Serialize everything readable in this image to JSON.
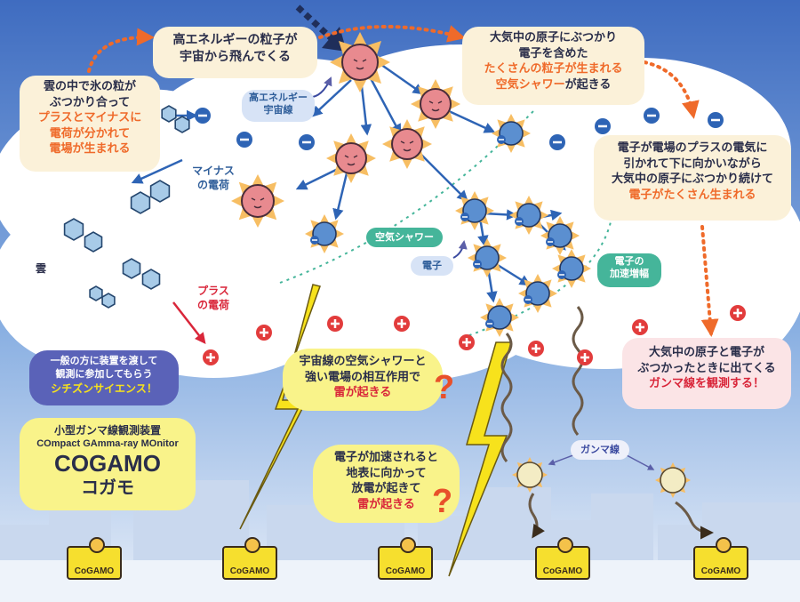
{
  "bubbles": {
    "high_energy_particle": [
      "高エネルギーの粒子が",
      "宇宙から飛んでくる"
    ],
    "air_shower": {
      "line1": "大気中の原子にぶつかり",
      "line2": "電子を含めた",
      "line3": "たくさんの粒子が生まれる",
      "line4_a": "空気シャワー",
      "line4_b": "が起きる"
    },
    "ice_charge": {
      "line1": "雲の中で氷の粒が",
      "line2": "ぶつかり合って",
      "line3": "プラスとマイナスに",
      "line4": "電荷が分かれて",
      "line5": "電場が生まれる"
    },
    "electron_accel": {
      "line1": "電子が電場のプラスの電気に",
      "line2": "引かれて下に向かいながら",
      "line3": "大気中の原子にぶつかり続けて",
      "line4": "電子がたくさん生まれる"
    },
    "gamma_observe": {
      "line1": "大気中の原子と電子が",
      "line2": "ぶつかったときに出てくる",
      "line3": "ガンマ線を観測する！"
    },
    "citizen_science": {
      "line1": "一般の方に装置を渡して",
      "line2": "観測に参加してもらう",
      "line3": "シチズンサイエンス！"
    },
    "interaction": {
      "line1": "宇宙線の空気シャワーと",
      "line2": "強い電場の相互作用で",
      "line3": "雷が起きる"
    },
    "discharge": {
      "line1": "電子が加速されると",
      "line2": "地表に向かって",
      "line3": "放電が起きて",
      "line4": "雷が起きる"
    }
  },
  "labels": {
    "cosmic_ray": [
      "高エネルギー",
      "宇宙線"
    ],
    "minus_charge": [
      "マイナス",
      "の電荷"
    ],
    "plus_charge": [
      "プラス",
      "の電荷"
    ],
    "cloud": "雲",
    "air_shower_pill": "空気シャワー",
    "electron": "電子",
    "accel_amp": [
      "電子の",
      "加速増幅"
    ],
    "gamma_ray": "ガンマ線",
    "question_mark": "?"
  },
  "cogamo": {
    "subtitle": "小型ガンマ線観測装置",
    "full_name": "COmpact GAmma-ray MOnitor",
    "title": "COGAMO",
    "kana": "コガモ",
    "device_label": "CoGAMO"
  },
  "colors": {
    "sky_top": "#4c7ac6",
    "sky_bottom": "#dfe8f5",
    "cloud": "#ffffff",
    "orange_text": "#ef6a2a",
    "red_text": "#d9263a",
    "navy_text": "#2a2e4a",
    "minus_blue": "#2e64b5",
    "plus_red": "#e23c3c",
    "lightning": "#f7e21c",
    "device_yellow": "#f6df2e"
  }
}
